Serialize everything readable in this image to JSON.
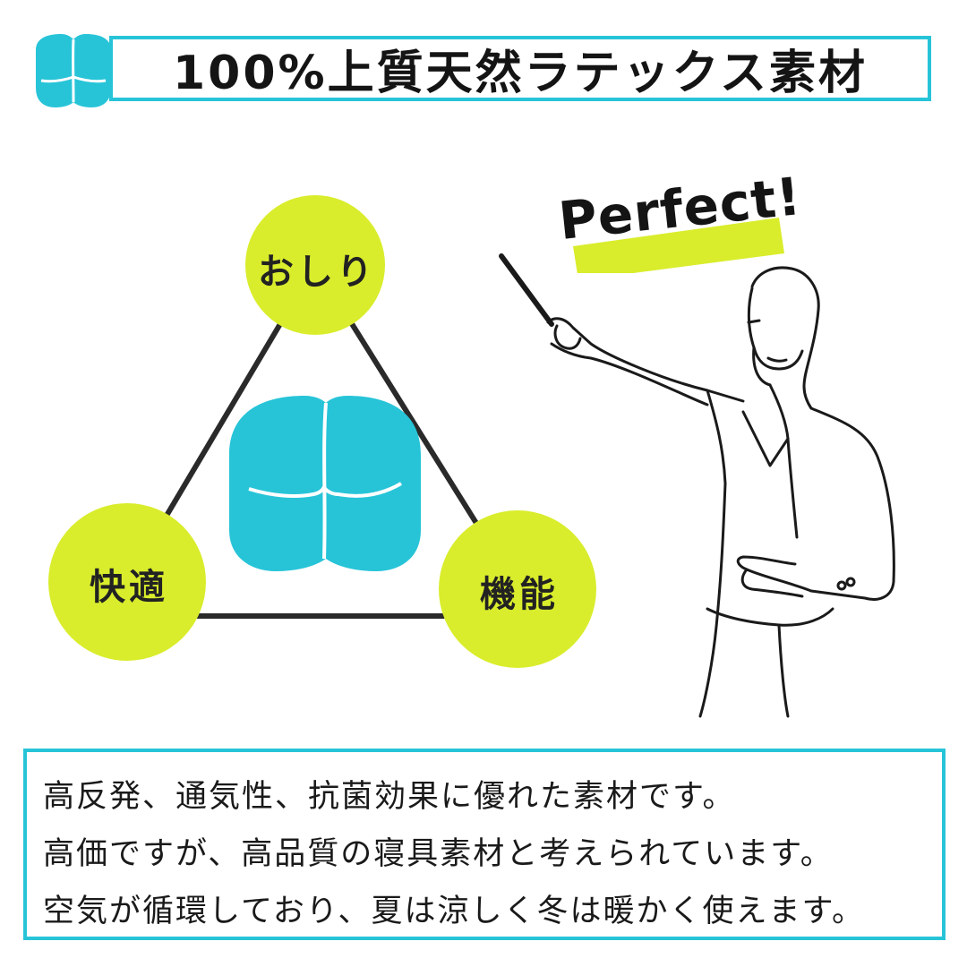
{
  "header": {
    "title": "100%上質天然ラテックス素材",
    "icon": "seat-cushion-icon"
  },
  "diagram": {
    "top_label": "おしり",
    "left_label": "快適",
    "right_label": "機能",
    "center_icon": "seat-cushion-icon",
    "circle_color": "#d9ed2c",
    "cushion_color": "#27c4d8"
  },
  "illustration": {
    "exclaim": "Perfect!",
    "figure": "businesswoman-pointer-illustration"
  },
  "description": {
    "lines": [
      "高反発、通気性、抗菌効果に優れた素材です。",
      "高価ですが、高品質の寝具素材と考えられています。",
      "空気が循環しており、夏は涼しく冬は暖かく使えます。"
    ]
  }
}
